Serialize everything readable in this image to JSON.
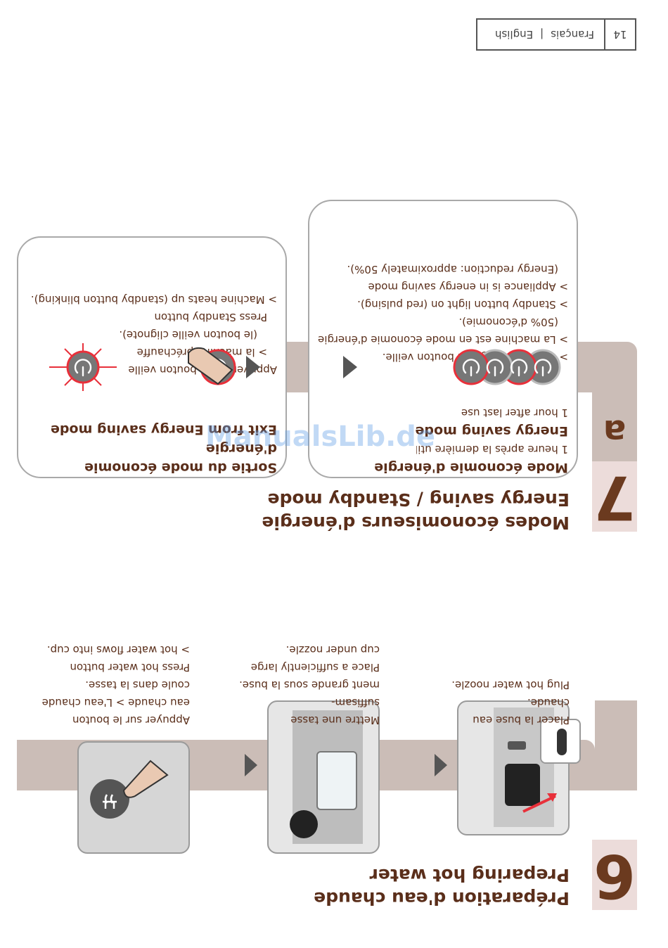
{
  "header": {
    "page_number": "14",
    "lang_fr": "Français",
    "separator": "|",
    "lang_en": "English"
  },
  "section7": {
    "number": "7",
    "title_fr": "Modes économiseurs d'énergie",
    "title_en": "Energy saving / Standby mode",
    "sub_letter": "a",
    "energy_box": {
      "heading_fr": "Mode économie d'énergie",
      "line_fr": "1 heure après la dernière utilisation",
      "heading_en": "Energy saving mode",
      "line_en": "1 hour after last use",
      "bullets": [
        "> Pulsation rouge du bouton veille.",
        "> La machine est en mode économie d'énergie",
        "(50% d'économie).",
        "> Standby button light on (red pulsing).",
        "> Appliance is in energy saving mode",
        "(Energy reduction: approximately 50%)."
      ]
    },
    "exit_box": {
      "heading_fr_1": "Sortie du mode économie",
      "heading_fr_2": "d'énergie",
      "heading_en": "Exit from Energy saving mode",
      "bullets": [
        "Appuyer sur le bouton veille",
        "> la machine préchauffe",
        "(le bouton veille clignote).",
        "Press Standby button",
        "> Machine heats up (standby button blinking)."
      ]
    }
  },
  "section6": {
    "number": "6",
    "title_fr": "Préparation d'eau chaude",
    "title_en": "Preparing hot water",
    "steps": [
      {
        "lines": [
          "Placer la buse eau chaude.",
          "Plug hot water noozle."
        ]
      },
      {
        "lines": [
          "Mettre une tasse suffisam-",
          "ment grande sous la buse.",
          "Place a sufficiently large",
          "cup under nozzle."
        ]
      },
      {
        "lines": [
          "Appuyer sur le bouton",
          "eau chaude > L'eau chaude",
          "coule dans la tasse.",
          "Press hot water button",
          "> hot water flows into cup."
        ]
      }
    ]
  },
  "watermark": "ManualsLib.de",
  "colors": {
    "band": "#cbbdb7",
    "accent_brown": "#5a2e1a",
    "number_brown": "#6b3a1f",
    "red": "#e8303a",
    "tab": "#ecdcda"
  }
}
